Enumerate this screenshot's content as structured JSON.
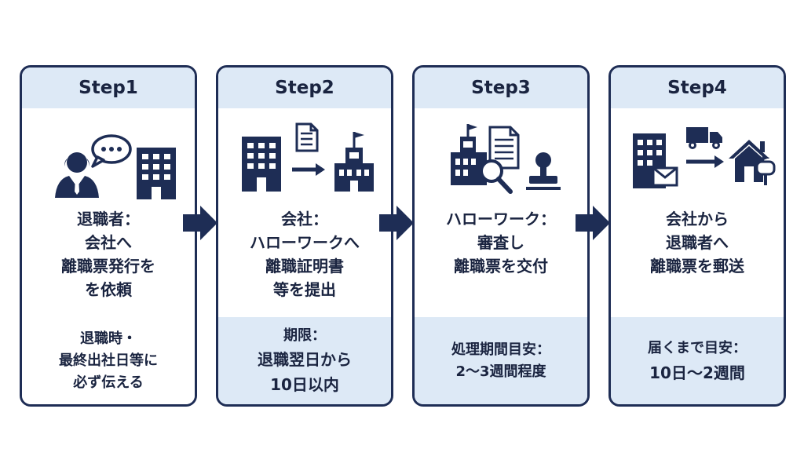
{
  "steps": [
    {
      "title": "Step1",
      "description": [
        "退職者：",
        "会社へ",
        "離職票発行を",
        "を依頼"
      ],
      "note": [
        "退職時・",
        "最終出社日等に",
        "必ず伝える"
      ]
    },
    {
      "title": "Step2",
      "description": [
        "会社：",
        "ハローワークへ",
        "離職証明書",
        "等を提出"
      ],
      "note": [
        "期限：",
        "退職翌日から",
        "10日以内"
      ]
    },
    {
      "title": "Step3",
      "description": [
        "ハローワーク：",
        "審査し",
        "離職票を交付"
      ],
      "note": [
        "処理期間目安：",
        "2〜3週間程度"
      ]
    },
    {
      "title": "Step4",
      "description": [
        "会社から",
        "退職者へ",
        "離職票を郵送"
      ],
      "note": [
        "届くまで目安：",
        "10日〜2週間"
      ]
    }
  ],
  "icons": {
    "step1": [
      "person-icon",
      "speech-bubble-icon",
      "office-building-icon"
    ],
    "step2": [
      "office-building-icon",
      "document-icon",
      "arrow-right-icon",
      "government-building-icon"
    ],
    "step3": [
      "government-building-icon",
      "document-icon",
      "magnifier-icon",
      "stamp-icon"
    ],
    "step4": [
      "office-building-icon",
      "envelope-icon",
      "truck-icon",
      "arrow-right-icon",
      "house-icon",
      "mailbox-icon"
    ]
  },
  "colors": {
    "navy": "#1e2d55",
    "header_bg": "#dde9f6",
    "text": "#1a2440"
  }
}
